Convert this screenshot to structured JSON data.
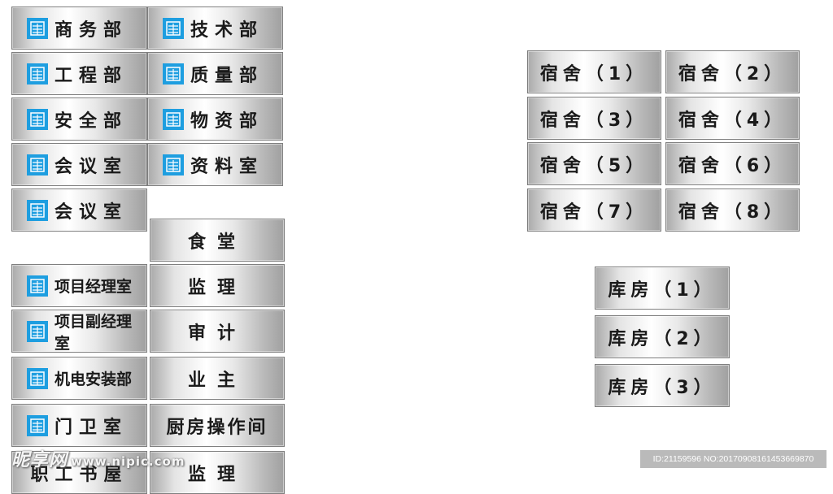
{
  "office_signs": [
    {
      "text": "商务部",
      "logo": true
    },
    {
      "text": "技术部",
      "logo": true
    },
    {
      "text": "工程部",
      "logo": true
    },
    {
      "text": "质量部",
      "logo": true
    },
    {
      "text": "安全部",
      "logo": true
    },
    {
      "text": "物资部",
      "logo": true
    },
    {
      "text": "会议室",
      "logo": true
    },
    {
      "text": "资料室",
      "logo": true
    },
    {
      "text": "会议室",
      "logo": true
    },
    {
      "text": "项目经理室",
      "logo": true
    },
    {
      "text": "项目副经理室",
      "logo": true
    },
    {
      "text": "机电安装部",
      "logo": true
    },
    {
      "text": "门卫室",
      "logo": true
    },
    {
      "text": "职工书屋",
      "logo": false
    }
  ],
  "plain_signs": [
    {
      "text": "食堂"
    },
    {
      "text": "监理"
    },
    {
      "text": "审计"
    },
    {
      "text": "业主"
    },
    {
      "text": "厨房操作间"
    },
    {
      "text": "监理"
    }
  ],
  "dorm_signs": [
    {
      "text": "宿舍（1）"
    },
    {
      "text": "宿舍（2）"
    },
    {
      "text": "宿舍（3）"
    },
    {
      "text": "宿舍（4）"
    },
    {
      "text": "宿舍（5）"
    },
    {
      "text": "宿舍（6）"
    },
    {
      "text": "宿舍（7）"
    },
    {
      "text": "宿舍（8）"
    }
  ],
  "storage_signs": [
    {
      "text": "库房（1）"
    },
    {
      "text": "库房（2）"
    },
    {
      "text": "库房（3）"
    }
  ],
  "logo_icon": "company-logo-icon",
  "logo_color": "#1e9ee0",
  "watermark": {
    "brand": "昵享网",
    "url": "www.nipic.com",
    "id_text": "ID:21159596 NO:20170908161453669870"
  }
}
